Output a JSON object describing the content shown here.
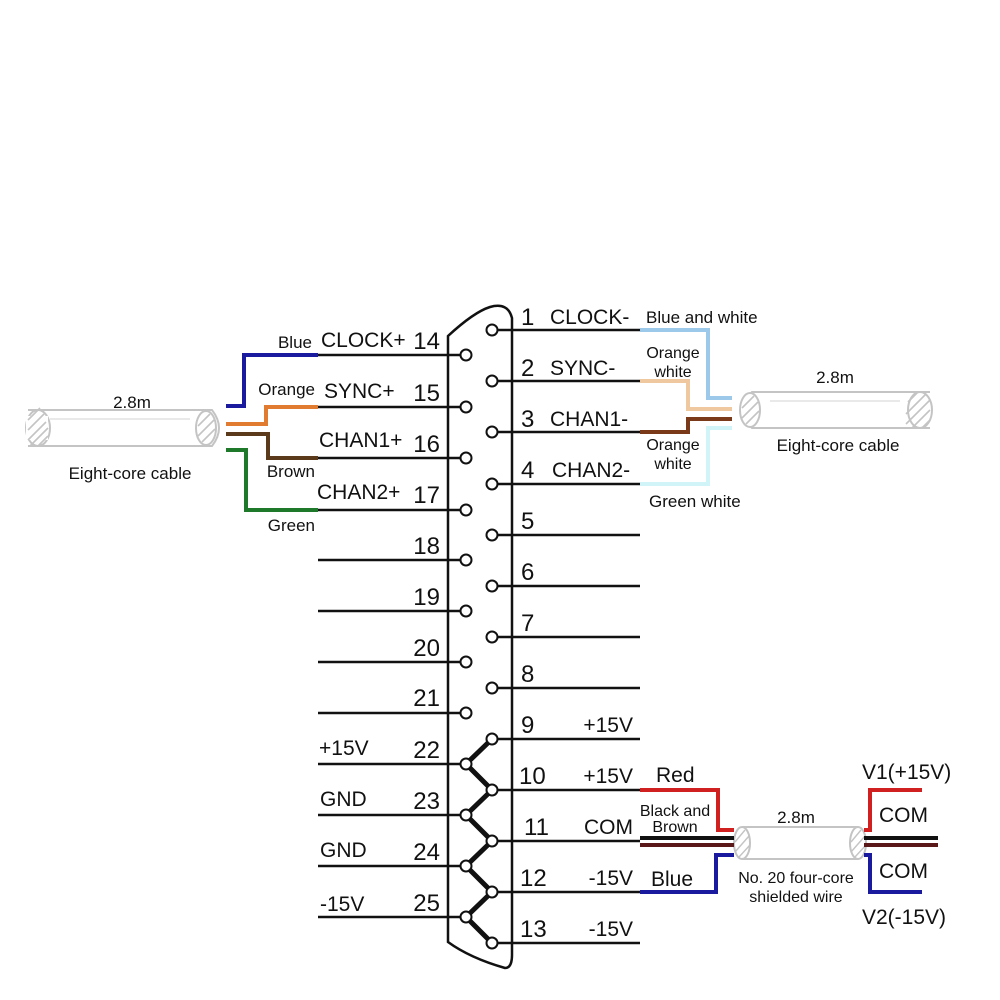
{
  "connector": {
    "left_pins": [
      {
        "num": "14",
        "signal": "CLOCK+"
      },
      {
        "num": "15",
        "signal": "SYNC+"
      },
      {
        "num": "16",
        "signal": "CHAN1+"
      },
      {
        "num": "17",
        "signal": "CHAN2+"
      },
      {
        "num": "18",
        "signal": ""
      },
      {
        "num": "19",
        "signal": ""
      },
      {
        "num": "20",
        "signal": ""
      },
      {
        "num": "21",
        "signal": ""
      },
      {
        "num": "22",
        "signal": "+15V"
      },
      {
        "num": "23",
        "signal": "GND"
      },
      {
        "num": "24",
        "signal": "GND"
      },
      {
        "num": "25",
        "signal": "-15V"
      }
    ],
    "right_pins": [
      {
        "num": "1",
        "signal": "CLOCK-"
      },
      {
        "num": "2",
        "signal": "SYNC-"
      },
      {
        "num": "3",
        "signal": "CHAN1-"
      },
      {
        "num": "4",
        "signal": "CHAN2-"
      },
      {
        "num": "5",
        "signal": ""
      },
      {
        "num": "6",
        "signal": ""
      },
      {
        "num": "7",
        "signal": ""
      },
      {
        "num": "8",
        "signal": ""
      },
      {
        "num": "9",
        "signal": "+15V"
      },
      {
        "num": "10",
        "signal": "+15V"
      },
      {
        "num": "11",
        "signal": "COM"
      },
      {
        "num": "12",
        "signal": "-15V"
      },
      {
        "num": "13",
        "signal": "-15V"
      }
    ]
  },
  "left_cable": {
    "length": "2.8m",
    "name": "Eight-core cable",
    "wires": {
      "blue": "Blue",
      "orange": "Orange",
      "brown": "Brown",
      "green": "Green"
    }
  },
  "right_cable": {
    "length": "2.8m",
    "name": "Eight-core cable",
    "wires": {
      "blue_white": "Blue and white",
      "orange_white_top_1": "Orange",
      "orange_white_top_2": "white",
      "orange_white_bottom_1": "Orange",
      "orange_white_bottom_2": "white",
      "green_white": "Green white"
    }
  },
  "power_cable": {
    "length": "2.8m",
    "name_line1": "No. 20 four-core",
    "name_line2": "shielded wire",
    "wire_red": "Red",
    "wire_black_brown_1": "Black and",
    "wire_black_brown_2": "Brown",
    "wire_blue": "Blue",
    "v1": "V1(+15V)",
    "com_top": "COM",
    "com_bottom": "COM",
    "v2": "V2(-15V)"
  },
  "colors": {
    "blue": "#1a1a9e",
    "orange": "#e07b30",
    "brown": "#5a3a1a",
    "green": "#1e7a2a",
    "light_blue": "#9cc8ea",
    "light_orange": "#f0c8a0",
    "dark_brown": "#7a3a1a",
    "light_cyan": "#d0f4f8",
    "red": "#d02020",
    "cable_grey": "#cccccc"
  }
}
